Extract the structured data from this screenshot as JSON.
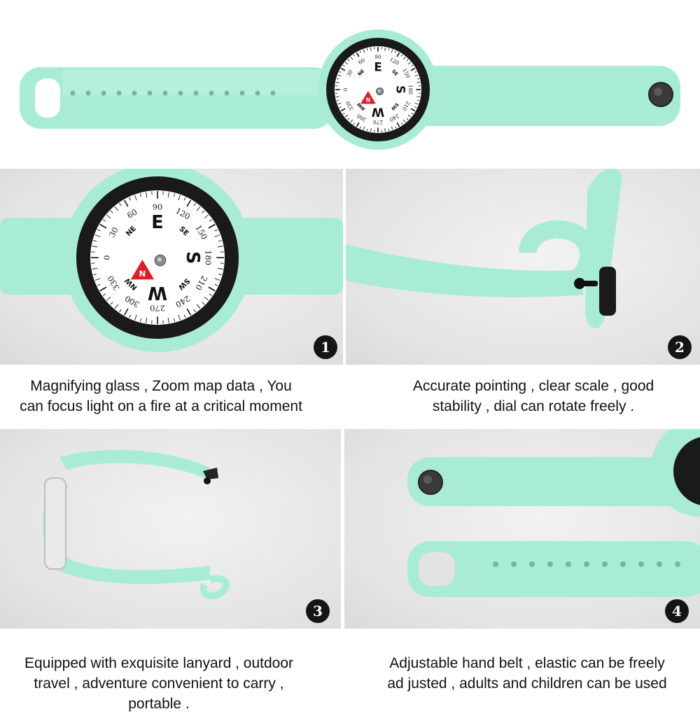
{
  "colors": {
    "strap": "#a8ecd6",
    "strap_shadow": "#86d2bb",
    "bezel": "#1a1a1a",
    "dial": "#ffffff",
    "needle": "#e31b23"
  },
  "compass": {
    "cardinals": [
      "E",
      "S",
      "W"
    ],
    "intercardinals": [
      "NE",
      "SE",
      "SW",
      "NW"
    ],
    "degrees": [
      "0",
      "30",
      "60",
      "90",
      "120",
      "150",
      "180",
      "210",
      "240",
      "270",
      "300",
      "330"
    ],
    "needle_letter": "N"
  },
  "panels": [
    {
      "number": "1",
      "caption_lines": [
        "Magnifying glass , Zoom map data , You",
        "can focus light on a fire at a critical moment"
      ]
    },
    {
      "number": "2",
      "caption_lines": [
        "Accurate pointing , clear scale , good",
        "stability , dial can rotate freely ."
      ]
    },
    {
      "number": "3",
      "caption_lines": [
        "Equipped with exquisite lanyard , outdoor",
        "travel , adventure convenient to carry ,",
        "portable ."
      ]
    },
    {
      "number": "4",
      "caption_lines": [
        "Adjustable hand belt , elastic can be freely",
        "ad justed , adults and children can be used"
      ]
    }
  ]
}
